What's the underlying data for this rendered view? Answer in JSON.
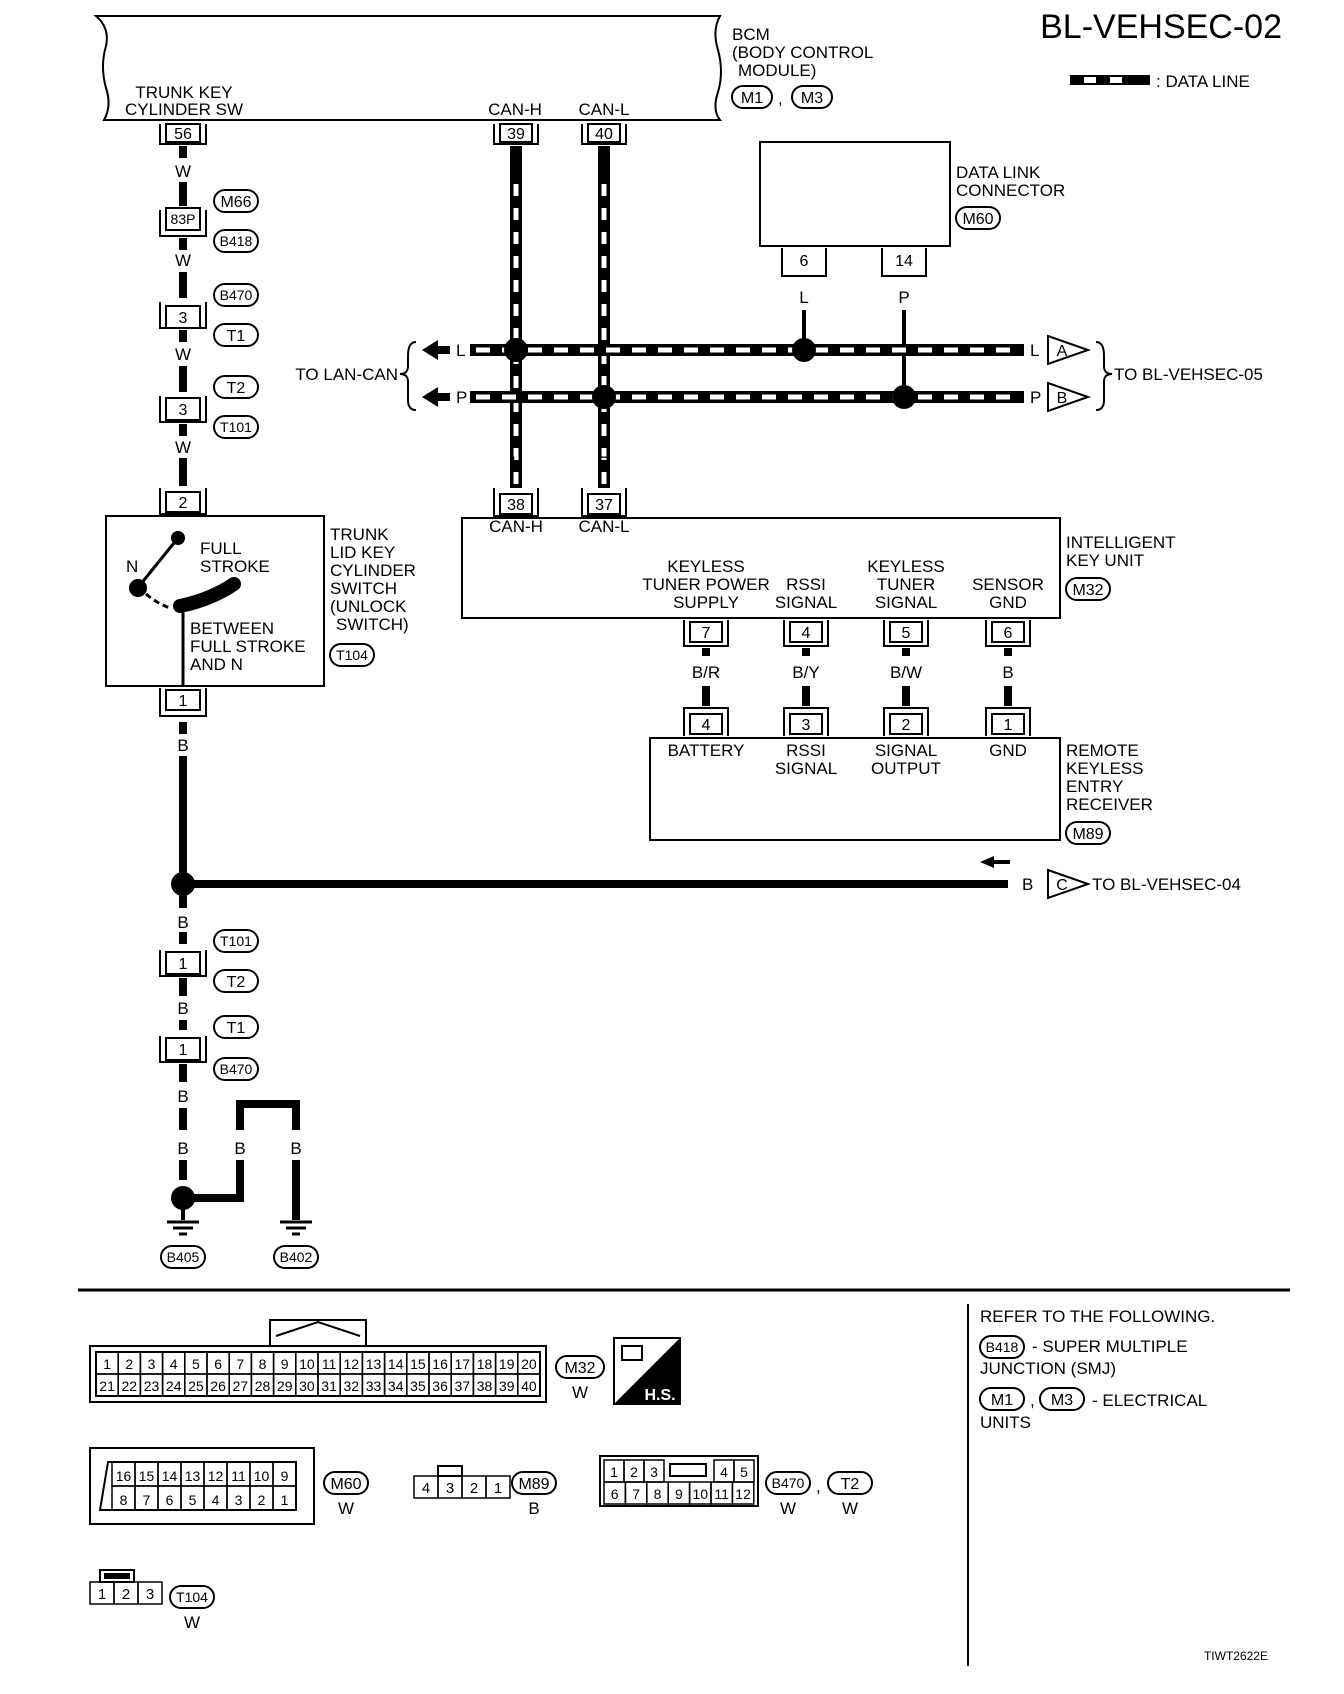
{
  "page": {
    "title": "BL-VEHSEC-02",
    "legend_label": ": DATA LINE",
    "image_code": "TIWT2622E"
  },
  "bcm": {
    "name_lines": [
      "BCM",
      "(BODY CONTROL",
      "MODULE)"
    ],
    "connectors": [
      "M1",
      "M3"
    ],
    "sep": ",",
    "trunk_sw_lines": [
      "TRUNK KEY",
      "CYLINDER SW"
    ],
    "pins": {
      "trunk": "56",
      "can_h": "39",
      "can_l": "40"
    },
    "can_h_label": "CAN-H",
    "can_l_label": "CAN-L"
  },
  "data_link": {
    "name_lines": [
      "DATA LINK",
      "CONNECTOR"
    ],
    "connector": "M60",
    "pins": [
      "6",
      "14"
    ],
    "wire_colors": [
      "L",
      "P"
    ]
  },
  "left_chain": {
    "wire_colors": [
      "W",
      "W",
      "W",
      "W",
      "B",
      "B",
      "B",
      "B",
      "B",
      "B",
      "B"
    ],
    "junction": {
      "pin": "83P",
      "connectors": [
        "M66",
        "B418"
      ]
    },
    "joints": [
      {
        "pin": "3",
        "connectors": [
          "B470",
          "T1"
        ]
      },
      {
        "pin": "3",
        "connectors": [
          "T2",
          "T101"
        ]
      },
      {
        "pin": "1",
        "connectors": [
          "T101",
          "T2"
        ]
      },
      {
        "pin": "1",
        "connectors": [
          "T1",
          "B470"
        ]
      }
    ],
    "grounds": [
      "B405",
      "B402"
    ]
  },
  "trunk_switch": {
    "name_lines": [
      "TRUNK",
      "LID KEY",
      "CYLINDER",
      "SWITCH",
      "(UNLOCK",
      "SWITCH)"
    ],
    "connector": "T104",
    "full_stroke_lines": [
      "FULL",
      "STROKE"
    ],
    "n_label": "N",
    "between_lines": [
      "BETWEEN",
      "FULL STROKE",
      "AND N"
    ],
    "pins": [
      "2",
      "1"
    ]
  },
  "lan": {
    "to_lan_can": "TO LAN-CAN",
    "to_vehsec05": "TO BL-VEHSEC-05",
    "to_vehsec04": "TO BL-VEHSEC-04",
    "markers": [
      "A",
      "B",
      "C"
    ],
    "line_colors": {
      "l": "L",
      "p": "P",
      "b": "B"
    }
  },
  "iku": {
    "name_lines": [
      "INTELLIGENT",
      "KEY UNIT"
    ],
    "connector": "M32",
    "can_pins": [
      {
        "pin": "38",
        "label": "CAN-H"
      },
      {
        "pin": "37",
        "label": "CAN-L"
      }
    ],
    "terminals": [
      {
        "lines": [
          "KEYLESS",
          "TUNER POWER",
          "SUPPLY"
        ],
        "pin": "7",
        "wire": "B/R"
      },
      {
        "lines": [
          "RSSI",
          "SIGNAL"
        ],
        "pin": "4",
        "wire": "B/Y"
      },
      {
        "lines": [
          "KEYLESS",
          "TUNER",
          "SIGNAL"
        ],
        "pin": "5",
        "wire": "B/W"
      },
      {
        "lines": [
          "SENSOR",
          "GND"
        ],
        "pin": "6",
        "wire": "B"
      }
    ]
  },
  "rke": {
    "name_lines": [
      "REMOTE",
      "KEYLESS",
      "ENTRY",
      "RECEIVER"
    ],
    "connector": "M89",
    "terminals": [
      {
        "lines": [
          "BATTERY"
        ],
        "pin": "4"
      },
      {
        "lines": [
          "RSSI",
          "SIGNAL"
        ],
        "pin": "3"
      },
      {
        "lines": [
          "SIGNAL",
          "OUTPUT"
        ],
        "pin": "2"
      },
      {
        "lines": [
          "GND"
        ],
        "pin": "1"
      }
    ]
  },
  "connector_views": {
    "m32": {
      "row1": [
        "1",
        "2",
        "3",
        "4",
        "5",
        "6",
        "7",
        "8",
        "9",
        "10",
        "11",
        "12",
        "13",
        "14",
        "15",
        "16",
        "17",
        "18",
        "19",
        "20"
      ],
      "row2": [
        "21",
        "22",
        "23",
        "24",
        "25",
        "26",
        "27",
        "28",
        "29",
        "30",
        "31",
        "32",
        "33",
        "34",
        "35",
        "36",
        "37",
        "38",
        "39",
        "40"
      ],
      "id": "M32",
      "color": "W"
    },
    "hs_label": "H.S.",
    "m60": {
      "row1": [
        "16",
        "15",
        "14",
        "13",
        "12",
        "11",
        "10",
        "9"
      ],
      "row2": [
        "8",
        "7",
        "6",
        "5",
        "4",
        "3",
        "2",
        "1"
      ],
      "id": "M60",
      "color": "W"
    },
    "m89": {
      "row": [
        "4",
        "3",
        "2",
        "1"
      ],
      "id": "M89",
      "color": "B"
    },
    "b470": {
      "row1a": [
        "1",
        "2",
        "3"
      ],
      "row1b": [
        "4",
        "5"
      ],
      "row2": [
        "6",
        "7",
        "8",
        "9",
        "10",
        "11",
        "12"
      ],
      "ids": [
        "B470",
        "T2"
      ],
      "colors": [
        "W",
        "W"
      ],
      "sep": ","
    },
    "t104": {
      "row": [
        "1",
        "2",
        "3"
      ],
      "id": "T104",
      "color": "W"
    }
  },
  "refer": {
    "heading": "REFER TO THE FOLLOWING.",
    "item1": {
      "connector": "B418",
      "lines": [
        "- SUPER MULTIPLE",
        "JUNCTION (SMJ)"
      ]
    },
    "item2": {
      "connectors": [
        "M1",
        "M3"
      ],
      "sep": ",",
      "lines": [
        "- ELECTRICAL",
        "UNITS"
      ]
    }
  }
}
